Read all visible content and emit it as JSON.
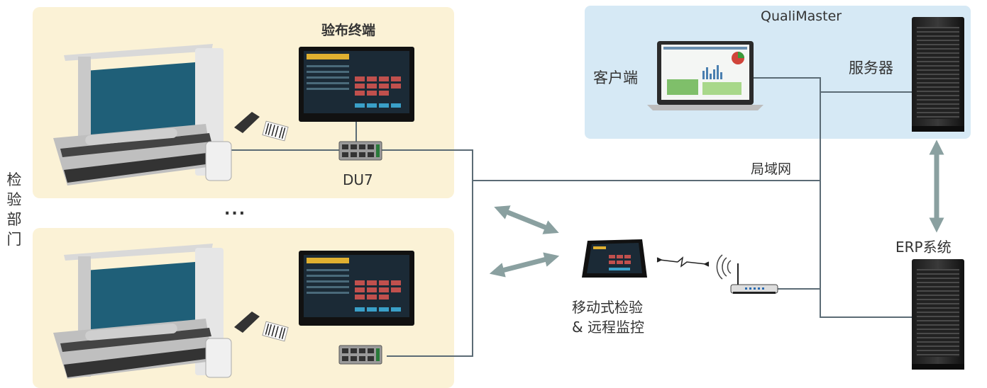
{
  "server_group": {
    "title": "QualiMaster",
    "client_label": "客户端",
    "server_label": "服务器"
  },
  "inspection": {
    "department_label": [
      "检",
      "验",
      "部",
      "门"
    ],
    "terminal_label": "验布终端",
    "du_label": "DU7",
    "ellipsis": "..."
  },
  "network": {
    "lan_label": "局域网",
    "erp_label": "ERP系统"
  },
  "mobile": {
    "line1": "移动式检验",
    "line2": "& 远程监控"
  },
  "colors": {
    "panel_yellow": "#fbf2d6",
    "panel_blue": "#d6e9f5",
    "line": "#5b6b75",
    "arrow": "#8aa0a0"
  }
}
